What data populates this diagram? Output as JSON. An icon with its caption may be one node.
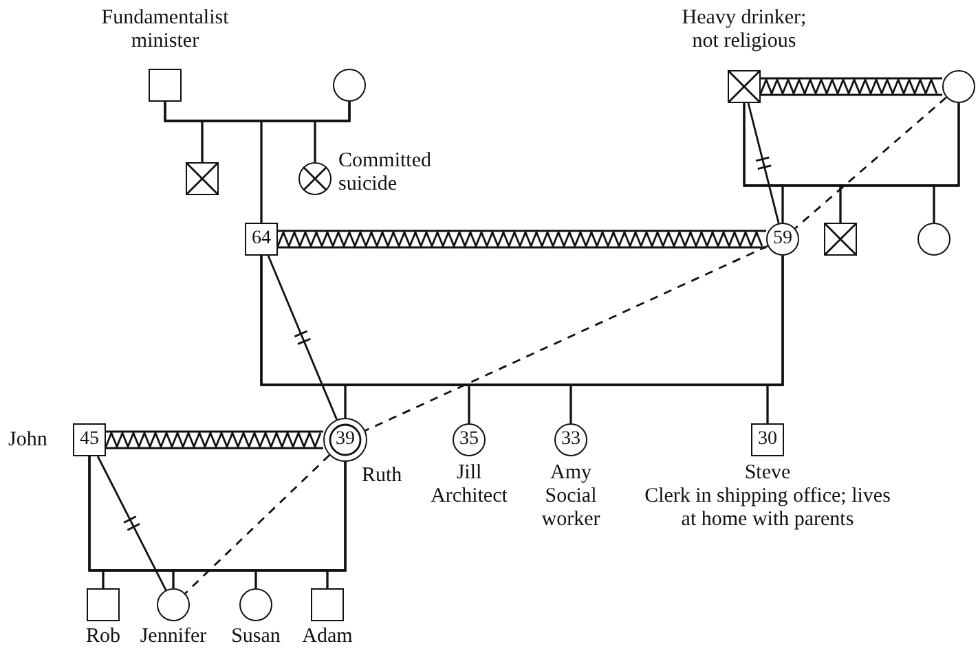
{
  "diagram": {
    "nodes": [
      {
        "text": [],
        "shape": "box",
        "beside": [
          "Fundamentalist minister"
        ]
      },
      {
        "text": [],
        "shape": "circle"
      },
      {
        "text": [],
        "shape": "box"
      },
      {
        "text": [],
        "shape": "circle",
        "beside": [
          "Committed suicide"
        ]
      },
      {
        "text": [],
        "shape": "box",
        "beside": [
          "Heavy drinker; not religious"
        ]
      },
      {
        "text": [],
        "shape": "circle"
      },
      {
        "text": [
          "64"
        ]
      },
      {
        "text": [
          "59"
        ]
      },
      {
        "text": [],
        "shape": "box"
      },
      {
        "text": [],
        "shape": "circle"
      },
      {
        "text": [
          "45"
        ],
        "beside": [
          "John"
        ]
      },
      {
        "text": [
          "39"
        ],
        "beside": [
          "Ruth"
        ]
      },
      {
        "text": [
          "35"
        ],
        "beside": [
          "Jill",
          "Architect"
        ]
      },
      {
        "text": [
          "33"
        ],
        "beside": [
          "Amy",
          "Social worker"
        ]
      },
      {
        "text": [
          "30"
        ],
        "beside": [
          "Steve",
          "Clerk in shipping office; lives at home with parents"
        ]
      },
      {
        "text": [],
        "shape": "box",
        "beside": [
          "Rob"
        ]
      },
      {
        "text": [],
        "shape": "circle",
        "beside": [
          "Jennifer"
        ]
      },
      {
        "text": [],
        "shape": "circle",
        "beside": [
          "Susan"
        ]
      },
      {
        "text": [],
        "shape": "box",
        "beside": [
          "Adam"
        ]
      }
    ],
    "edges": [
      {
        "from": 0,
        "to": 1,
        "arrow": "none"
      },
      {
        "from": 0,
        "to": 2,
        "arrow": "none"
      },
      {
        "from": 1,
        "to": 2,
        "arrow": "none"
      },
      {
        "from": 0,
        "to": 3,
        "arrow": "none"
      },
      {
        "from": 1,
        "to": 3,
        "arrow": "none"
      },
      {
        "from": 0,
        "to": 6,
        "arrow": "none"
      },
      {
        "from": 1,
        "to": 6,
        "arrow": "none"
      },
      {
        "from": 4,
        "to": 5,
        "arrow": "none"
      },
      {
        "from": 4,
        "to": 7,
        "arrow": "none"
      },
      {
        "from": 5,
        "to": 7,
        "arrow": "none"
      },
      {
        "from": 4,
        "to": 8,
        "arrow": "none"
      },
      {
        "from": 5,
        "to": 8,
        "arrow": "none"
      },
      {
        "from": 4,
        "to": 9,
        "arrow": "none"
      },
      {
        "from": 5,
        "to": 9,
        "arrow": "none"
      },
      {
        "from": 6,
        "to": 7,
        "arrow": "none"
      },
      {
        "from": 6,
        "to": 11,
        "arrow": "none"
      },
      {
        "from": 7,
        "to": 11,
        "arrow": "none"
      },
      {
        "from": 6,
        "to": 12,
        "arrow": "none"
      },
      {
        "from": 7,
        "to": 12,
        "arrow": "none"
      },
      {
        "from": 6,
        "to": 13,
        "arrow": "none"
      },
      {
        "from": 7,
        "to": 13,
        "arrow": "none"
      },
      {
        "from": 6,
        "to": 14,
        "arrow": "none"
      },
      {
        "from": 7,
        "to": 14,
        "arrow": "none"
      },
      {
        "from": 10,
        "to": 11,
        "arrow": "none"
      },
      {
        "from": 10,
        "to": 15,
        "arrow": "none"
      },
      {
        "from": 11,
        "to": 15,
        "arrow": "none"
      },
      {
        "from": 10,
        "to": 16,
        "arrow": "none"
      },
      {
        "from": 11,
        "to": 16,
        "arrow": "none"
      },
      {
        "from": 10,
        "to": 17,
        "arrow": "none"
      },
      {
        "from": 11,
        "to": 17,
        "arrow": "none"
      },
      {
        "from": 10,
        "to": 18,
        "arrow": "none"
      },
      {
        "from": 11,
        "to": 18,
        "arrow": "none"
      },
      {
        "from": 4,
        "to": 7,
        "arrow": "none"
      },
      {
        "from": 6,
        "to": 11,
        "arrow": "none"
      },
      {
        "from": 10,
        "to": 16,
        "arrow": "none"
      },
      {
        "from": 5,
        "to": 7,
        "arrow": "none",
        "style": "dashed"
      },
      {
        "from": 7,
        "to": 11,
        "arrow": "none",
        "style": "dashed"
      },
      {
        "from": 11,
        "to": 16,
        "arrow": "none",
        "style": "dashed"
      }
    ]
  }
}
